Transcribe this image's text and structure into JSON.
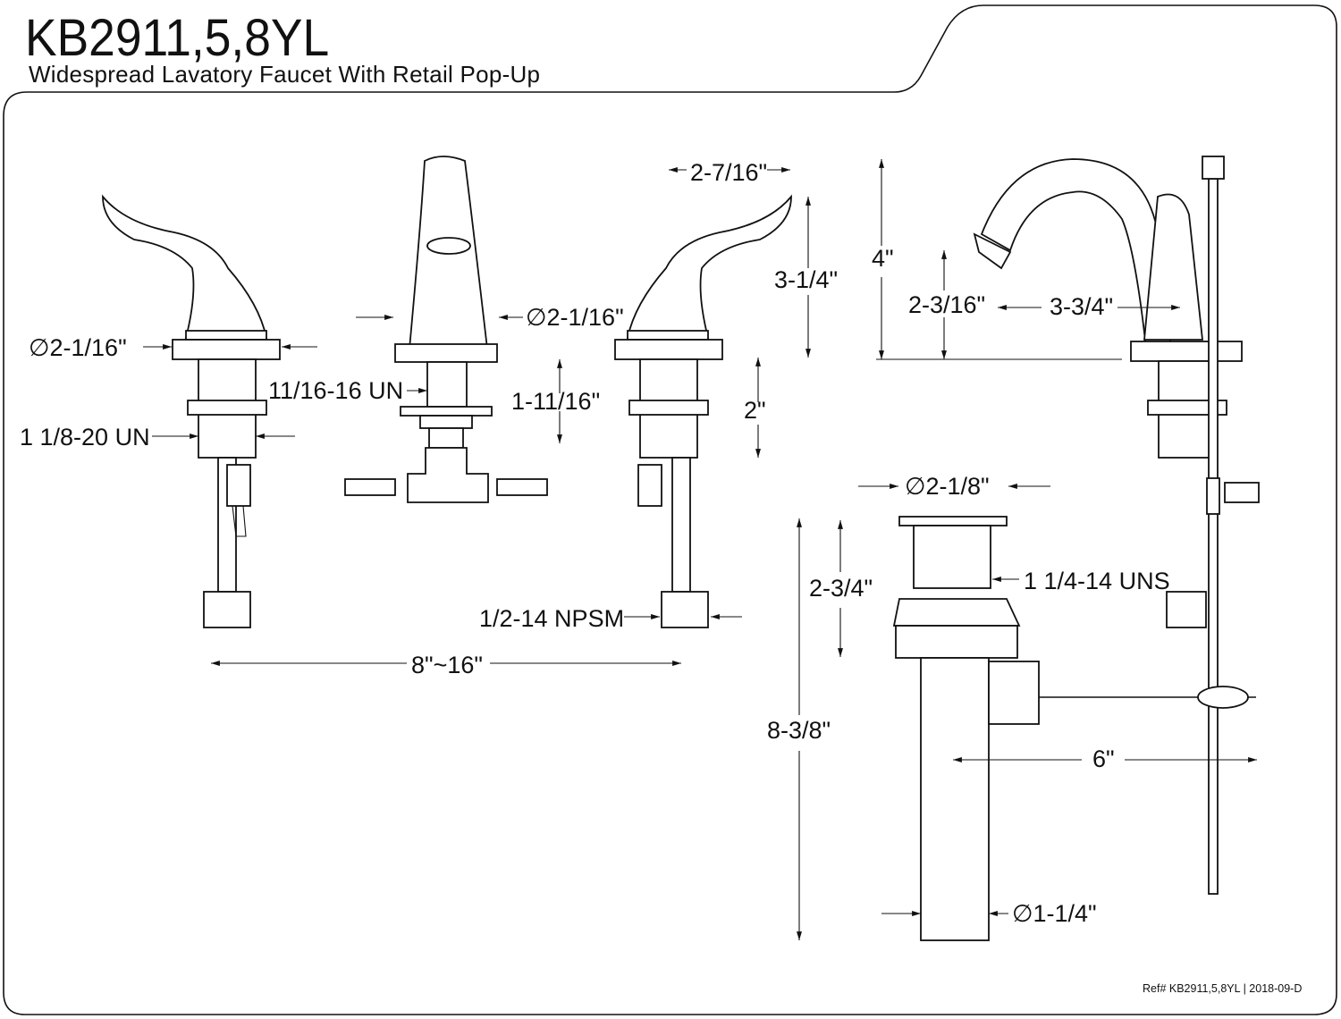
{
  "header": {
    "model": "KB2911,5,8YL",
    "subtitle": "Widespread Lavatory Faucet With Retail Pop-Up"
  },
  "dimensions": {
    "left_handle_base_dia": "∅2-1/16\"",
    "spout_thread": "11/16-16 UN",
    "handle_thread": "1 1/8-20 UN",
    "spout_base_dia": "∅2-1/16\"",
    "spout_shank_length": "1-11/16\"",
    "handle_reach": "2-7/16\"",
    "handle_height": "3-1/4\"",
    "handle_shank_length": "2\"",
    "spout_height": "4\"",
    "spout_outlet_height": "2-3/16\"",
    "spout_reach": "3-3/4\"",
    "inlet_thread": "1/2-14 NPSM",
    "spread": "8\"~16\"",
    "drain_flange_dia": "∅2-1/8\"",
    "drain_body_height": "2-3/4\"",
    "drain_thread": "1 1/4-14 UNS",
    "drain_total_height": "8-3/8\"",
    "pivot_rod_length": "6\"",
    "tailpiece_dia": "∅1-1/4\""
  },
  "footer": {
    "reference": "Ref# KB2911,5,8YL | 2018-09-D"
  }
}
